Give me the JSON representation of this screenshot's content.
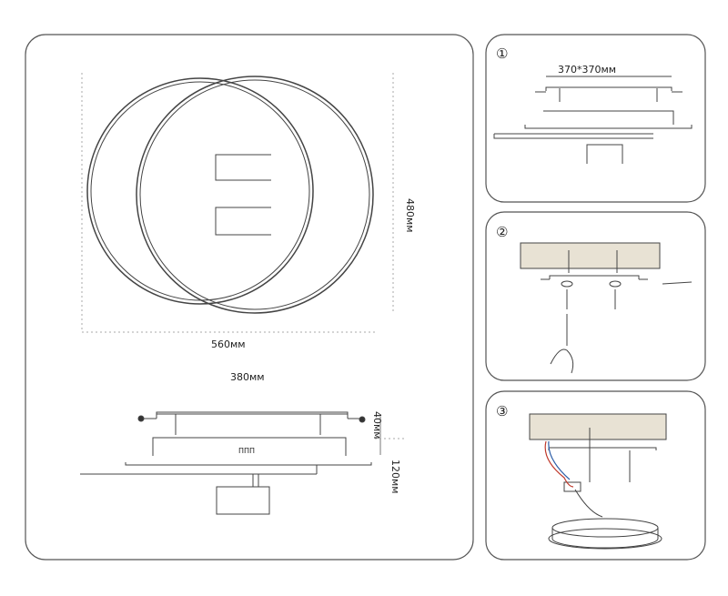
{
  "main_view": {
    "width_label": "560мм",
    "height_label": "480мм",
    "plate_width_label": "380мм",
    "plate_height_label": "40мм",
    "total_height_label": "120мм"
  },
  "steps": [
    {
      "number": "①",
      "dimension_label": "370*370мм"
    },
    {
      "number": "②"
    },
    {
      "number": "③"
    }
  ],
  "colors": {
    "line": "#333333",
    "panel_border": "#555555",
    "wire_red": "#c0392b",
    "wire_blue": "#2e5fa8",
    "ceiling": "#e8e2d4"
  }
}
